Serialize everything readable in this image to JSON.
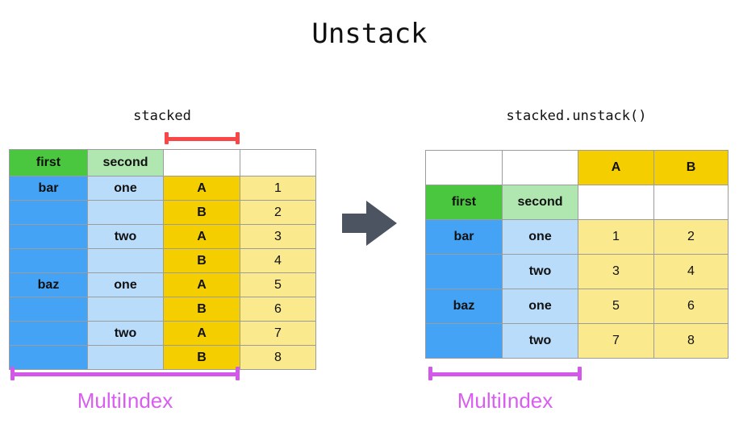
{
  "title": "Unstack",
  "colors": {
    "level1_header": "#4ac73f",
    "level2_header": "#b0e6b0",
    "level1_value": "#45a3f5",
    "level2_value": "#b9dcfb",
    "column_header": "#f5ce00",
    "data_cell": "#fae98d",
    "columns_bracket": "#f94646",
    "index_bracket": "#d357e8",
    "index_label": "#d95ef0",
    "arrow": "#4c5361"
  },
  "left_panel": {
    "caption": "stacked",
    "columns_bracket_label": "",
    "index_bracket_label": "MultiIndex",
    "header_row": [
      "first",
      "second",
      "",
      ""
    ],
    "rows": [
      {
        "first": "bar",
        "second": "one",
        "level": "A",
        "value": "1"
      },
      {
        "first": "",
        "second": "",
        "level": "B",
        "value": "2"
      },
      {
        "first": "",
        "second": "two",
        "level": "A",
        "value": "3"
      },
      {
        "first": "",
        "second": "",
        "level": "B",
        "value": "4"
      },
      {
        "first": "baz",
        "second": "one",
        "level": "A",
        "value": "5"
      },
      {
        "first": "",
        "second": "",
        "level": "B",
        "value": "6"
      },
      {
        "first": "",
        "second": "two",
        "level": "A",
        "value": "7"
      },
      {
        "first": "",
        "second": "",
        "level": "B",
        "value": "8"
      }
    ]
  },
  "right_panel": {
    "caption": "stacked.unstack()",
    "index_bracket_label": "MultiIndex",
    "column_header_row": [
      "",
      "",
      "A",
      "B"
    ],
    "index_name_row": [
      "first",
      "second",
      "",
      ""
    ],
    "rows": [
      {
        "first": "bar",
        "second": "one",
        "A": "1",
        "B": "2"
      },
      {
        "first": "",
        "second": "two",
        "A": "3",
        "B": "4"
      },
      {
        "first": "baz",
        "second": "one",
        "A": "5",
        "B": "6"
      },
      {
        "first": "",
        "second": "two",
        "A": "7",
        "B": "8"
      }
    ]
  },
  "arrow": {
    "name": "right-arrow",
    "direction": "right"
  }
}
